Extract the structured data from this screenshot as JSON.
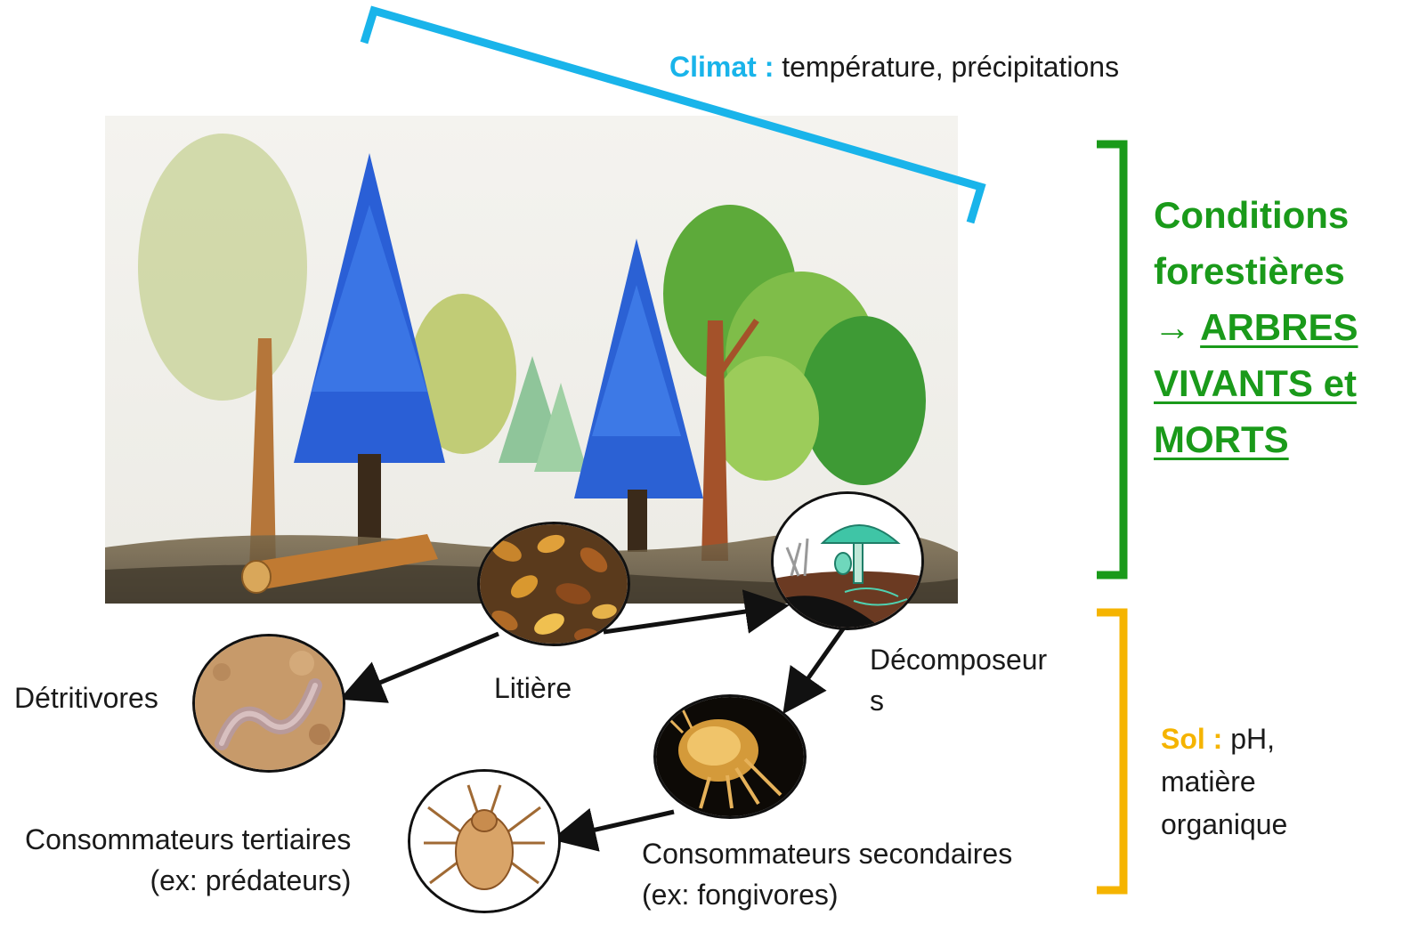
{
  "colors": {
    "climate": "#19b4ea",
    "forest": "#1a9a1a",
    "soil": "#f5b400",
    "arrow": "#111111"
  },
  "climate": {
    "key": "Climat :",
    "value": "température, précipitations"
  },
  "forest_conditions": {
    "line1": "Conditions",
    "line2": "forestières",
    "arrow_glyph": "→",
    "line3": "ARBRES",
    "line4": "VIVANTS et",
    "line5": "MORTS"
  },
  "soil": {
    "key": "Sol :",
    "value_line1": "pH,",
    "value_line2": "matière",
    "value_line3": "organique"
  },
  "nodes": {
    "litter": "Litière",
    "detritivores": "Détritivores",
    "decomposers_line1": "Décomposeur",
    "decomposers_line2": "s",
    "secondary_line1": "Consommateurs secondaires",
    "secondary_line2": "(ex: fongivores)",
    "tertiary_line1": "Consommateurs tertiaires",
    "tertiary_line2": "(ex: prédateurs)"
  },
  "icons": {
    "forest_illustration": "forest-drawing-icon",
    "litter_photo": "leaf-litter-icon",
    "decomposer_photo": "mushroom-icon",
    "detritivore_photo": "earthworm-icon",
    "secondary_photo": "springtail-icon",
    "tertiary_photo": "mite-icon"
  }
}
